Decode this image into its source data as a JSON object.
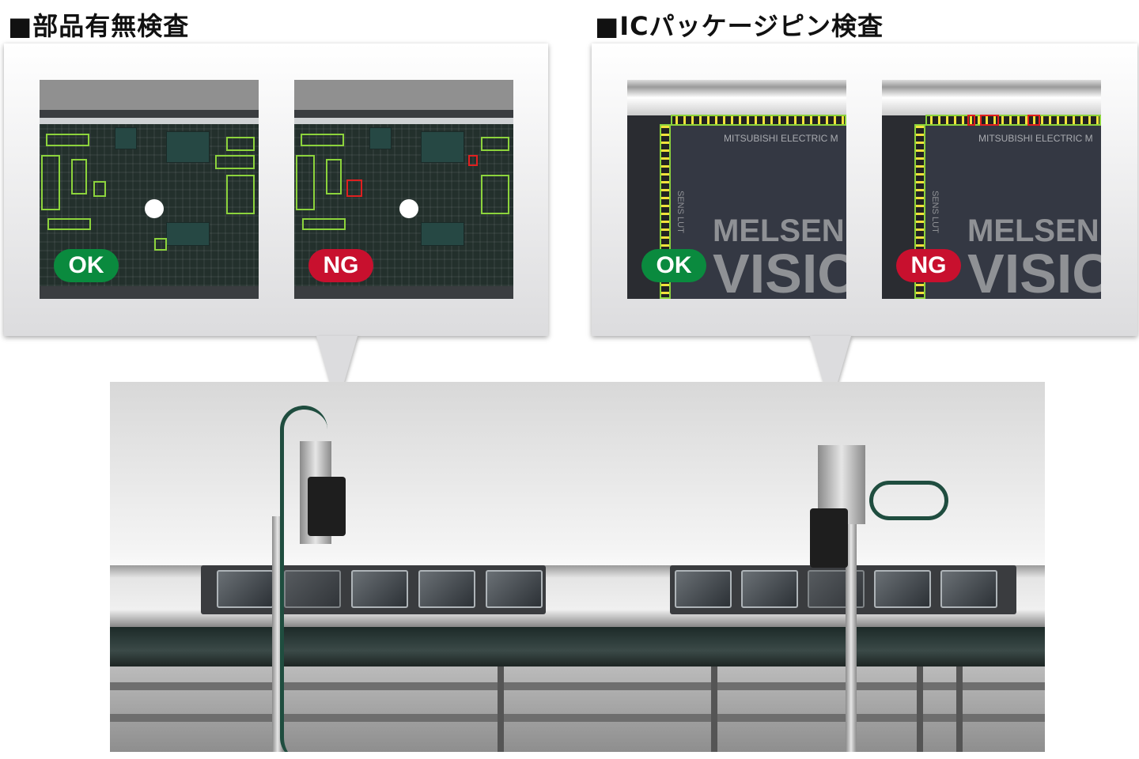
{
  "sections": [
    {
      "title": "■部品有無検査",
      "ok_label": "OK",
      "ng_label": "NG"
    },
    {
      "title": "■ICパッケージピン検査",
      "ok_label": "OK",
      "ng_label": "NG",
      "chip_maker": "MITSUBISHI ELECTRIC M",
      "brand_line1": "MELSEN",
      "brand_line2": "VISIC",
      "side_text": "SENS  LUT"
    }
  ],
  "colors": {
    "ok": "#0a8a3e",
    "ng": "#c8102e",
    "detect_box": "#8cd33c",
    "defect_box": "#e02020"
  }
}
